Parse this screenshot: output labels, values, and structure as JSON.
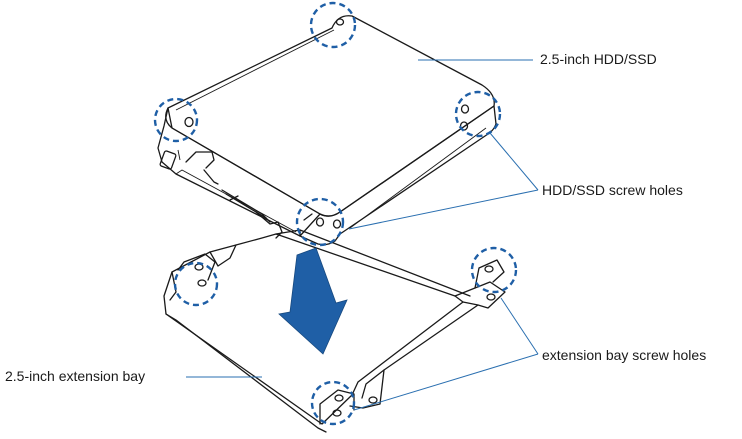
{
  "labels": {
    "drive": "2.5-inch HDD/SSD",
    "drive_screw_holes": "HDD/SSD screw holes",
    "bay_screw_holes": "extension bay screw holes",
    "bay": "2.5-inch extension bay"
  },
  "colors": {
    "line": "#1a1a1a",
    "arrow": "#1f5fa6",
    "highlight": "#1f5fa6",
    "leader": "#2a6fb0"
  }
}
